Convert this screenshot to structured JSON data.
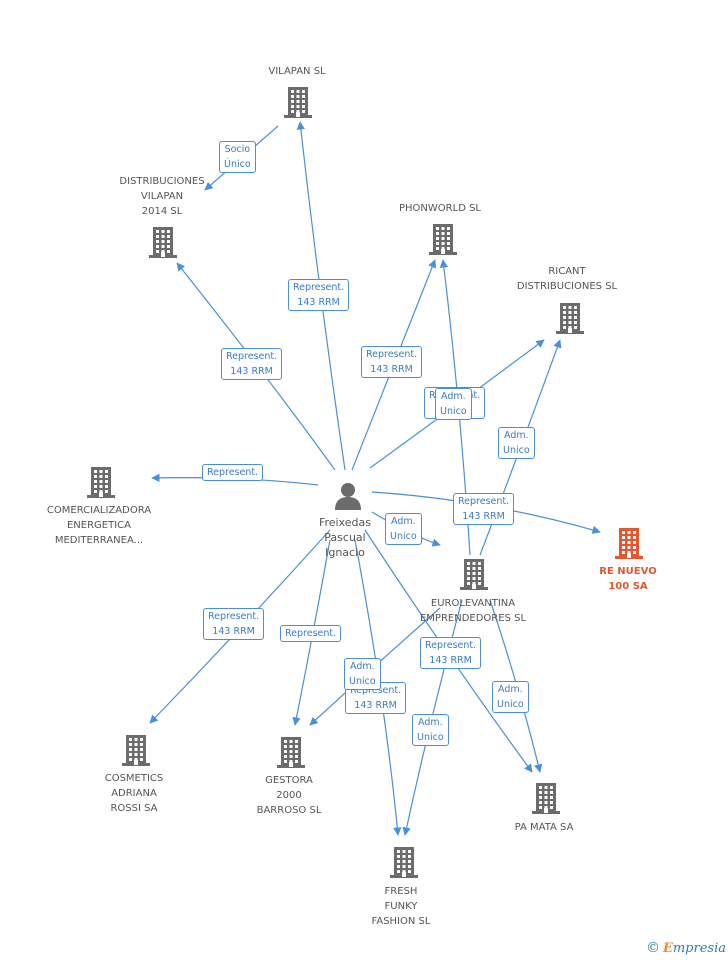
{
  "center": {
    "name": "Freixedas\nPascual\nIgnacio",
    "icon": "person-icon"
  },
  "companies": {
    "vilapan": "VILAPAN SL",
    "distribuciones_vilapan": "DISTRIBUCIONES\nVILAPAN\n2014  SL",
    "phonworld": "PHONWORLD SL",
    "ricant": "RICANT\nDISTRIBUCIONES SL",
    "comercializadora": "COMERCIALIZADORA\nENERGETICA\nMEDITERRANEA...",
    "re_nuevo": "RE NUEVO\n100 SA",
    "eurolevantina": "EUROLEVANTINA\nEMPRENDEDORES SL",
    "cosmetics": "COSMETICS\nADRIANA\nROSSI SA",
    "gestora": "GESTORA\n2000\nBARROSO SL",
    "pa_mata": "PA MATA SA",
    "fresh_funky": "FRESH\nFUNKY\nFASHION SL"
  },
  "edge_labels": {
    "socio_unico": "Socio\nÚnico",
    "rep_vilapan": "Represent.\n143 RRM",
    "rep_distvilapan": "Represent.\n143 RRM",
    "rep_phonworld": "Represent.\n143 RRM",
    "rep_ricant": "Represent.",
    "adm_phonworld": "Adm.\nUnico",
    "adm_ricant": "Adm.\nUnico",
    "rep_comercializadora": "Represent.",
    "rep_renuevo": "Represent.\n143 RRM",
    "adm_eurolevantina": "Adm.\nUnico",
    "rep_cosmetics": "Represent.\n143 RRM",
    "rep_gestora": "Represent.",
    "rep_fresh": "Represent.\n143 RRM",
    "adm_gestora": "Adm.\nUnico",
    "rep_pamata": "Represent.\n143 RRM",
    "adm_pamata": "Adm.\nUnico",
    "adm_fresh": "Adm.\nUnico"
  },
  "colors": {
    "edge": "#4a90d9",
    "building": "#6b6b6b",
    "highlight": "#e8552c"
  },
  "watermark": {
    "symbol": "©",
    "brand_first": "E",
    "brand_rest": "mpresia"
  }
}
